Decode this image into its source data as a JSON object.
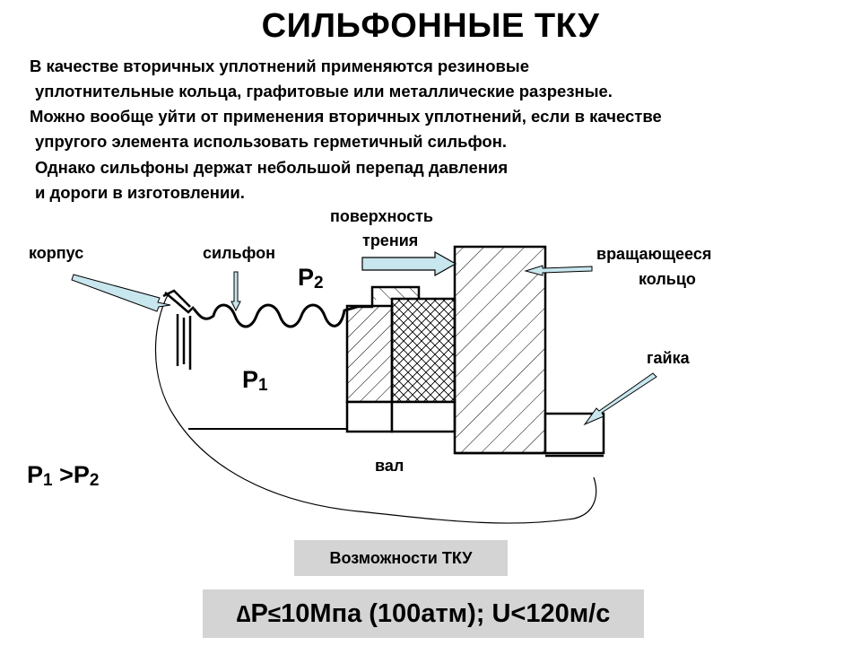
{
  "title": "СИЛЬФОННЫЕ ТКУ",
  "paragraph": [
    "В качестве вторичных уплотнений применяются резиновые",
    "уплотнительные кольца,  графитовые или металлические разрезные.",
    "Можно вообще уйти от применения вторичных уплотнений, если в качестве",
    "упругого элемента использовать  герметичный сильфон.",
    "Однако сильфоны держат небольшой перепад давления",
    "и дороги в изготовлении."
  ],
  "labels": {
    "housing": "корпус",
    "bellows": "сильфон",
    "friction_surface_1": "поверхность",
    "friction_surface_2": "трения",
    "rotating_ring_1": "вращающееся",
    "rotating_ring_2": "кольцо",
    "nut": "гайка",
    "shaft": "вал"
  },
  "pressures": {
    "p_letter": "P",
    "p1_sub": "1",
    "p2_sub": "2",
    "gt": ">"
  },
  "capabilities_label": "Возможности ТКУ",
  "spec": {
    "delta_symbol": "∆",
    "le_symbol": "≤",
    "text_a": "P",
    "text_b": "10Мпа (100атм); U<120м/с"
  },
  "colors": {
    "arrow_fill": "#c8e6ee",
    "box_fill": "#d4d4d4"
  }
}
